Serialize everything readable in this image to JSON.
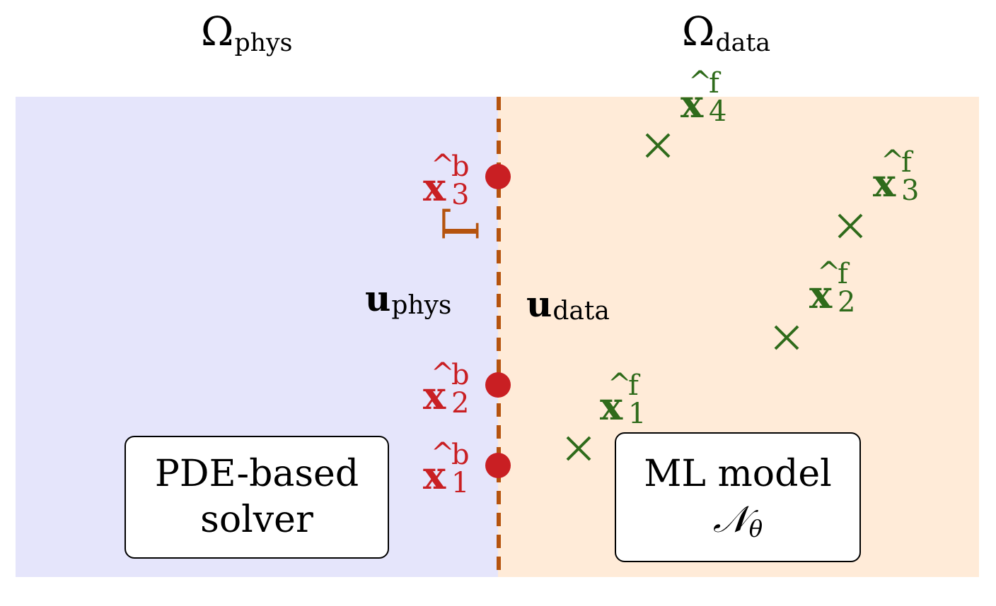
{
  "domains": {
    "phys": {
      "symbol": "Ω",
      "subscript": "phys"
    },
    "data": {
      "symbol": "Ω",
      "subscript": "data"
    }
  },
  "interface": {
    "label": "Γ"
  },
  "fields": {
    "phys": {
      "symbol": "u",
      "subscript": "phys"
    },
    "data": {
      "symbol": "u",
      "subscript": "data"
    }
  },
  "boundary_points": [
    {
      "base": "x",
      "hat": "^",
      "sup": "b",
      "sub": "3"
    },
    {
      "base": "x",
      "hat": "^",
      "sup": "b",
      "sub": "2"
    },
    {
      "base": "x",
      "hat": "^",
      "sup": "b",
      "sub": "1"
    }
  ],
  "field_points": [
    {
      "base": "x",
      "hat": "^",
      "sup": "f",
      "sub": "4"
    },
    {
      "base": "x",
      "hat": "^",
      "sup": "f",
      "sub": "3"
    },
    {
      "base": "x",
      "hat": "^",
      "sup": "f",
      "sub": "2"
    },
    {
      "base": "x",
      "hat": "^",
      "sup": "f",
      "sub": "1"
    }
  ],
  "boxes": {
    "solver": {
      "line1": "PDE-based",
      "line2": "solver"
    },
    "ml": {
      "line1": "ML model",
      "symbol": "𝒩",
      "subscript": "θ"
    }
  },
  "colors": {
    "phys_region": "#e5e5fb",
    "data_region": "#ffebd8",
    "interface": "#b5530e",
    "boundary_points": "#c91f23",
    "field_points": "#2f6b1b"
  }
}
